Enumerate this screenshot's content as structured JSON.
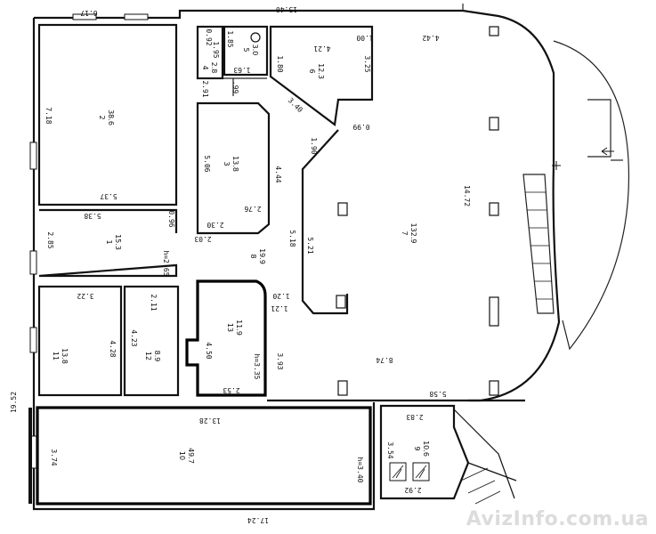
{
  "overall": {
    "top_width": "13.40",
    "top_left": "6.17",
    "bottom_width": "17.24",
    "left_height": "19.52"
  },
  "rooms": {
    "r2": {
      "no": "2",
      "area": "38.6",
      "h": "7.18",
      "w": "5.37"
    },
    "r1": {
      "no": "1",
      "area": "15.3",
      "w": "5.38",
      "h": "2.85",
      "h2": "0.96",
      "height": "h=2.65"
    },
    "r11": {
      "no": "11",
      "area": "13.8",
      "w": "3.22",
      "h": "4.28"
    },
    "r12": {
      "no": "12",
      "area": "8.9",
      "w": "2.11",
      "h": "4.23"
    },
    "r10": {
      "no": "10",
      "area": "49.7",
      "w": "13.28",
      "h": "3.74",
      "height": "h=3.40"
    },
    "r3": {
      "no": "3",
      "area": "13.8",
      "h": "5.06",
      "w": "2.76",
      "w2": "2.30",
      "d": "4.44"
    },
    "r4": {
      "no": "4",
      "area": "2.8",
      "h": "1.95",
      "w": "0.92",
      "h2": "2.91"
    },
    "r5": {
      "no": "5",
      "area": "3.0",
      "h": "1.85",
      "w": "1.63"
    },
    "r6": {
      "no": "6",
      "area": "12.3",
      "w": "4.21",
      "h": "1.80",
      "h2": "3.25",
      "d1": "1.00",
      "d2": "0.99",
      "diag": "3.40"
    },
    "r7": {
      "no": "7",
      "area": "132.9",
      "h": "14.72",
      "w": "4.42",
      "h2": "5.21",
      "w2": "8.74",
      "w3": "5.58",
      "d": "1.90"
    },
    "r8": {
      "no": "8",
      "area": "19.9",
      "h": "5.18",
      "w": "2.03",
      "d1": "1.20",
      "d2": "1.21",
      "v": ".99"
    },
    "r13": {
      "no": "13",
      "area": "11.9",
      "h": "4.50",
      "w": "2.53",
      "height": "h=3.35",
      "d": "3.93"
    },
    "r9": {
      "no": "9",
      "area": "10.6",
      "w": "2.83",
      "h": "3.54",
      "w2": "2.92"
    }
  },
  "watermark": "AvizInfo.com.ua"
}
